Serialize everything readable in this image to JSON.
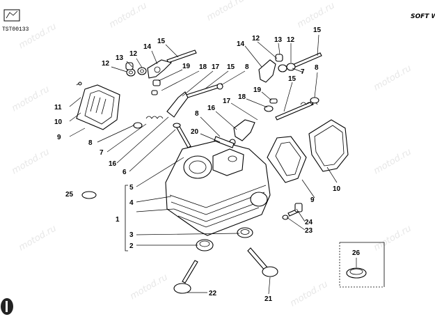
{
  "drawing_code": "TST00133",
  "logo_text": "SOFT WAY",
  "watermark_text": "motod.ru",
  "callouts": {
    "c1": "1",
    "c2": "2",
    "c3": "3",
    "c4": "4",
    "c5": "5",
    "c6": "6",
    "c7": "7",
    "c7b": "7",
    "c8a": "8",
    "c8b": "8",
    "c8c": "8",
    "c8d": "8",
    "c9": "9",
    "c9b": "9",
    "c10": "10",
    "c10b": "10",
    "c11": "11",
    "c12a": "12",
    "c12b": "12",
    "c12c": "12",
    "c12d": "12",
    "c13a": "13",
    "c13b": "13",
    "c14a": "14",
    "c14b": "14",
    "c15a": "15",
    "c15b": "15",
    "c15c": "15",
    "c15d": "15",
    "c16a": "16",
    "c16b": "16",
    "c17a": "17",
    "c17b": "17",
    "c18a": "18",
    "c18b": "18",
    "c19a": "19",
    "c19b": "19",
    "c20": "20",
    "c21": "21",
    "c22": "22",
    "c23": "23",
    "c24": "24",
    "c25": "25",
    "c26": "26"
  }
}
